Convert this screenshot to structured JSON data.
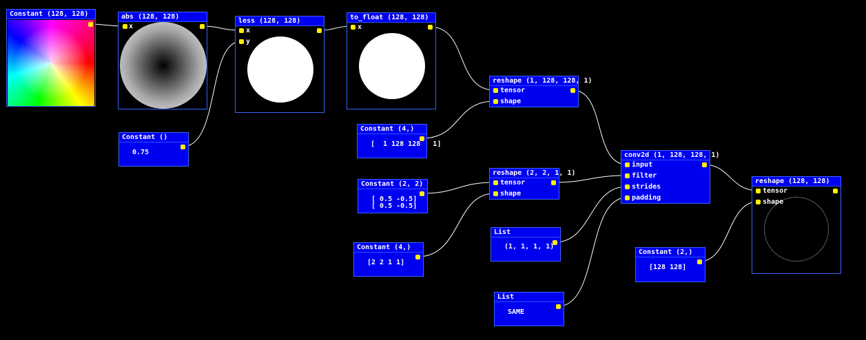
{
  "nodes": {
    "constant_image": {
      "title": "Constant (128, 128)"
    },
    "abs": {
      "title": "abs (128, 128)",
      "in_x": "x"
    },
    "less": {
      "title": "less (128, 128)",
      "in_x": "x",
      "in_y": "y"
    },
    "to_float": {
      "title": "to_float (128, 128)",
      "in_x": "x"
    },
    "constant_scalar": {
      "title": "Constant ()",
      "value": "0.75"
    },
    "reshape1": {
      "title": "reshape (1, 128, 128, 1)",
      "in_tensor": "tensor",
      "in_shape": "shape"
    },
    "constant_shape4": {
      "title": "Constant (4,)",
      "value": "[  1 128 128   1]"
    },
    "conv2d": {
      "title": "conv2d (1, 128, 128, 1)",
      "in_input": "input",
      "in_filter": "filter",
      "in_strides": "strides",
      "in_padding": "padding"
    },
    "reshape2": {
      "title": "reshape (2, 2, 1, 1)",
      "in_tensor": "tensor",
      "in_shape": "shape"
    },
    "constant_filter": {
      "title": "Constant (2, 2)",
      "value_row1": "[ 0.5 -0.5]",
      "value_row2": "[ 0.5 -0.5]"
    },
    "constant_filter_shape": {
      "title": "Constant (4,)",
      "value": "[2 2 1 1]"
    },
    "list_strides": {
      "title": "List",
      "value": "(1, 1, 1, 1)"
    },
    "list_padding": {
      "title": "List",
      "value": "SAME"
    },
    "reshape3": {
      "title": "reshape (128, 128)",
      "in_tensor": "tensor",
      "in_shape": "shape"
    },
    "constant_out_shape": {
      "title": "Constant (2,)",
      "value": "[128 128]"
    }
  },
  "colors": {
    "background": "#000000",
    "node_blue": "#0000f0",
    "node_border": "#3a64ff",
    "port": "#ffee00",
    "wire": "#ffffff"
  }
}
